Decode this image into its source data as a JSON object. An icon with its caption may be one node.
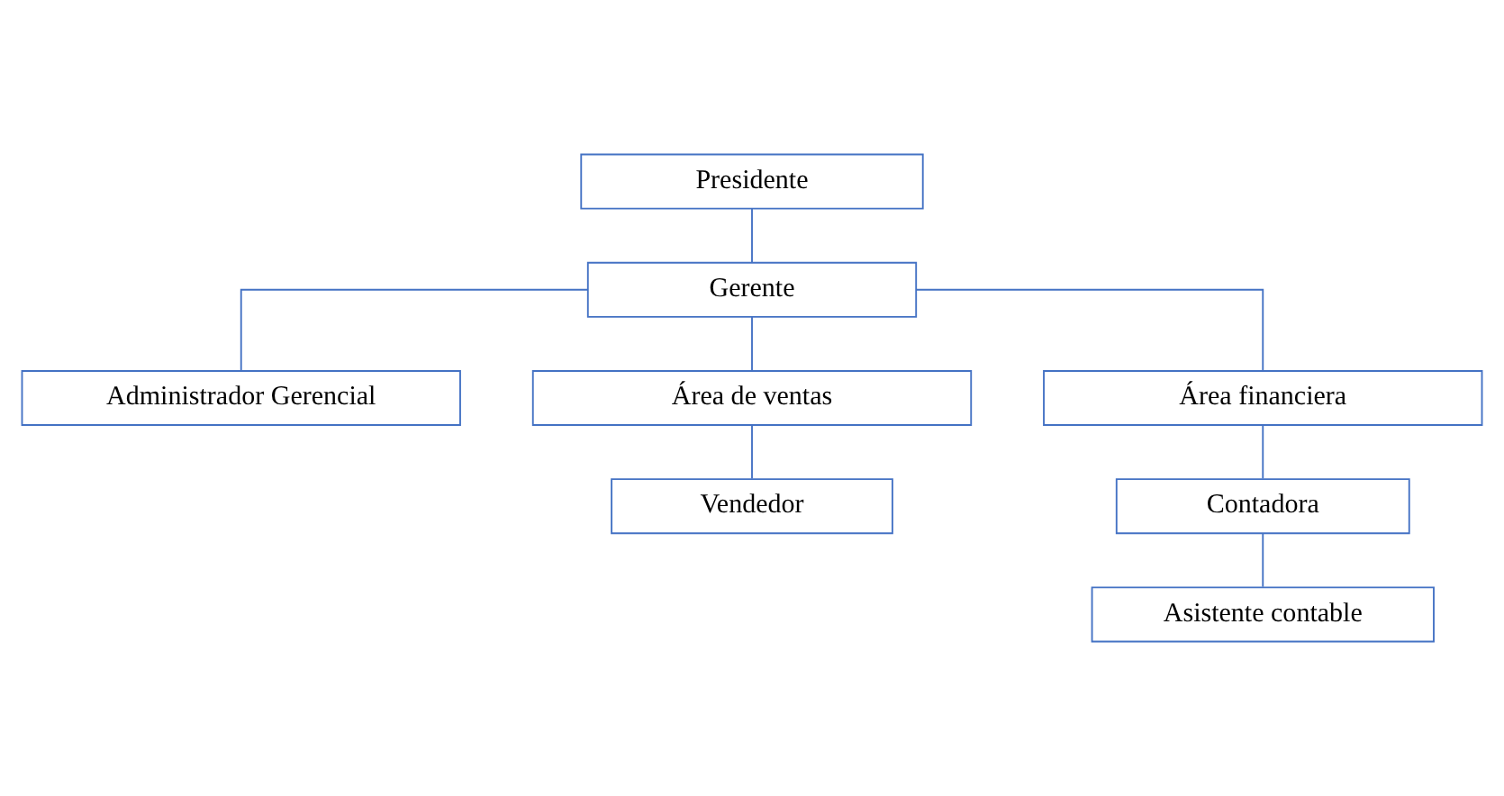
{
  "diagram": {
    "nodes": [
      {
        "text": [
          "Presidente"
        ]
      },
      {
        "text": [
          "Gerente"
        ]
      },
      {
        "text": [
          "Administrador Gerencial"
        ]
      },
      {
        "text": [
          "Área de ventas"
        ]
      },
      {
        "text": [
          "Área financiera"
        ]
      },
      {
        "text": [
          "Vendedor"
        ]
      },
      {
        "text": [
          "Contadora"
        ]
      },
      {
        "text": [
          "Asistente contable"
        ]
      }
    ],
    "edges": [
      {
        "from": 0,
        "to": 1,
        "arrow": "none"
      },
      {
        "from": 1,
        "to": 2,
        "arrow": "none"
      },
      {
        "from": 1,
        "to": 3,
        "arrow": "none"
      },
      {
        "from": 1,
        "to": 4,
        "arrow": "none"
      },
      {
        "from": 3,
        "to": 5,
        "arrow": "none"
      },
      {
        "from": 4,
        "to": 6,
        "arrow": "none"
      },
      {
        "from": 6,
        "to": 7,
        "arrow": "none"
      }
    ]
  }
}
